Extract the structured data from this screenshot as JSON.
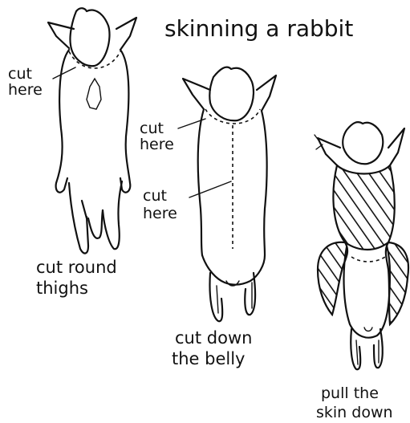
{
  "title": "skinning a rabbit",
  "figures": [
    {
      "caption_lines": [
        "cut round",
        "thighs"
      ],
      "labels": [
        [
          "cut",
          "here"
        ]
      ]
    },
    {
      "caption_lines": [
        "cut down",
        "the belly"
      ],
      "labels": [
        [
          "cut",
          "here"
        ],
        [
          "cut",
          "here"
        ]
      ]
    },
    {
      "caption_lines": [
        "pull the",
        "skin down"
      ],
      "labels": []
    }
  ]
}
